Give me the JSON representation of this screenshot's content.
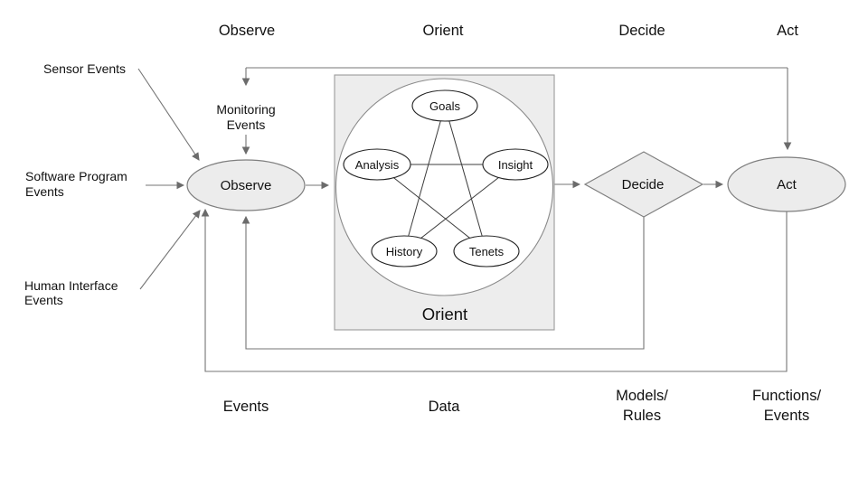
{
  "phases": {
    "observe": "Observe",
    "orient": "Orient",
    "decide": "Decide",
    "act": "Act"
  },
  "inputs": {
    "sensor_events": "Sensor Events",
    "software_program_events": {
      "line1": "Software Program",
      "line2": "Events"
    },
    "human_interface_events": {
      "line1": "Human Interface",
      "line2": "Events"
    },
    "monitoring_events": {
      "line1": "Monitoring",
      "line2": "Events"
    }
  },
  "nodes": {
    "observe": "Observe",
    "decide": "Decide",
    "act": "Act",
    "orient": {
      "label": "Orient",
      "children": {
        "goals": "Goals",
        "analysis": "Analysis",
        "insight": "Insight",
        "history": "History",
        "tenets": "Tenets"
      }
    }
  },
  "flows": {
    "events": "Events",
    "data": "Data",
    "models_rules": {
      "line1": "Models/",
      "line2": "Rules"
    },
    "functions_events": {
      "line1": "Functions/",
      "line2": "Events"
    }
  },
  "colors": {
    "background": "#ffffff",
    "node_fill": "#ececec",
    "orient_box_fill": "#ededed",
    "inner_node_fill": "#ffffff",
    "connector": "#757575",
    "node_stroke": "#7e7e7e",
    "inner_node_stroke": "#1f1f1f",
    "text": "#111111"
  }
}
